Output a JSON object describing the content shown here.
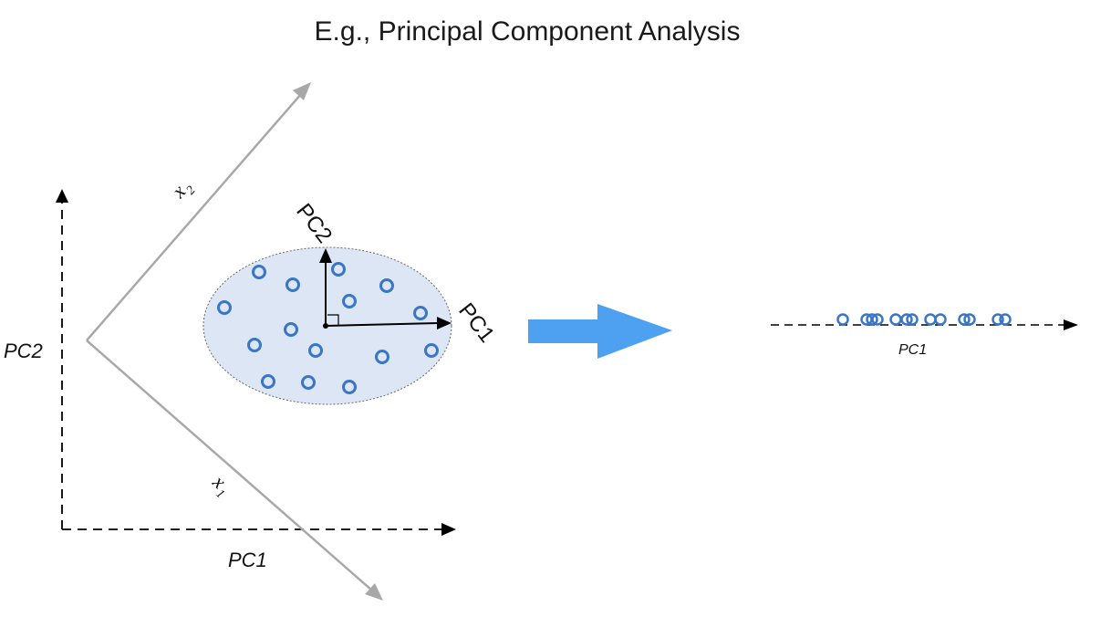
{
  "title": "E.g., Principal Component Analysis",
  "left_panel": {
    "axis_x_label": "PC1",
    "axis_y_label": "PC2",
    "rotated_axis_1_label": "x",
    "rotated_axis_1_subscript": "1",
    "rotated_axis_2_label": "x",
    "rotated_axis_2_subscript": "2",
    "vector_pc1_label": "PC1",
    "vector_pc2_label": "PC2"
  },
  "right_panel": {
    "axis_label": "PC1"
  },
  "colors": {
    "point_stroke": "#3a76c8",
    "ellipse_fill": "#dde6f5",
    "transform_arrow": "#4ea1f0",
    "rotated_axis": "#a8a8a8"
  }
}
